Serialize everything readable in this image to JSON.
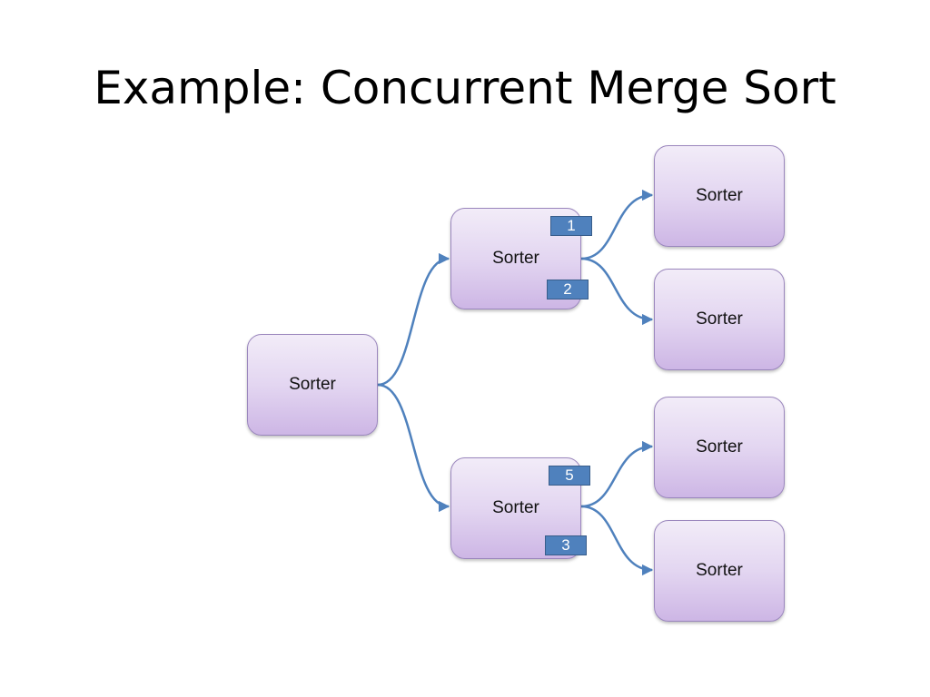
{
  "slide": {
    "title": "Example: Concurrent Merge Sort"
  },
  "colors": {
    "connector": "#4f81bd",
    "badge_fill": "#4f81bd",
    "node_fill_top": "#f2ecf8",
    "node_fill_bottom": "#cdb6e5",
    "node_border": "#9a86bd"
  },
  "nodes": {
    "root": "Sorter",
    "mid_upper": "Sorter",
    "mid_lower": "Sorter",
    "leaf_1": "Sorter",
    "leaf_2": "Sorter",
    "leaf_3": "Sorter",
    "leaf_4": "Sorter"
  },
  "badges": {
    "mid_upper_top": "1",
    "mid_upper_bottom": "2",
    "mid_lower_top": "5",
    "mid_lower_bottom": "3"
  }
}
